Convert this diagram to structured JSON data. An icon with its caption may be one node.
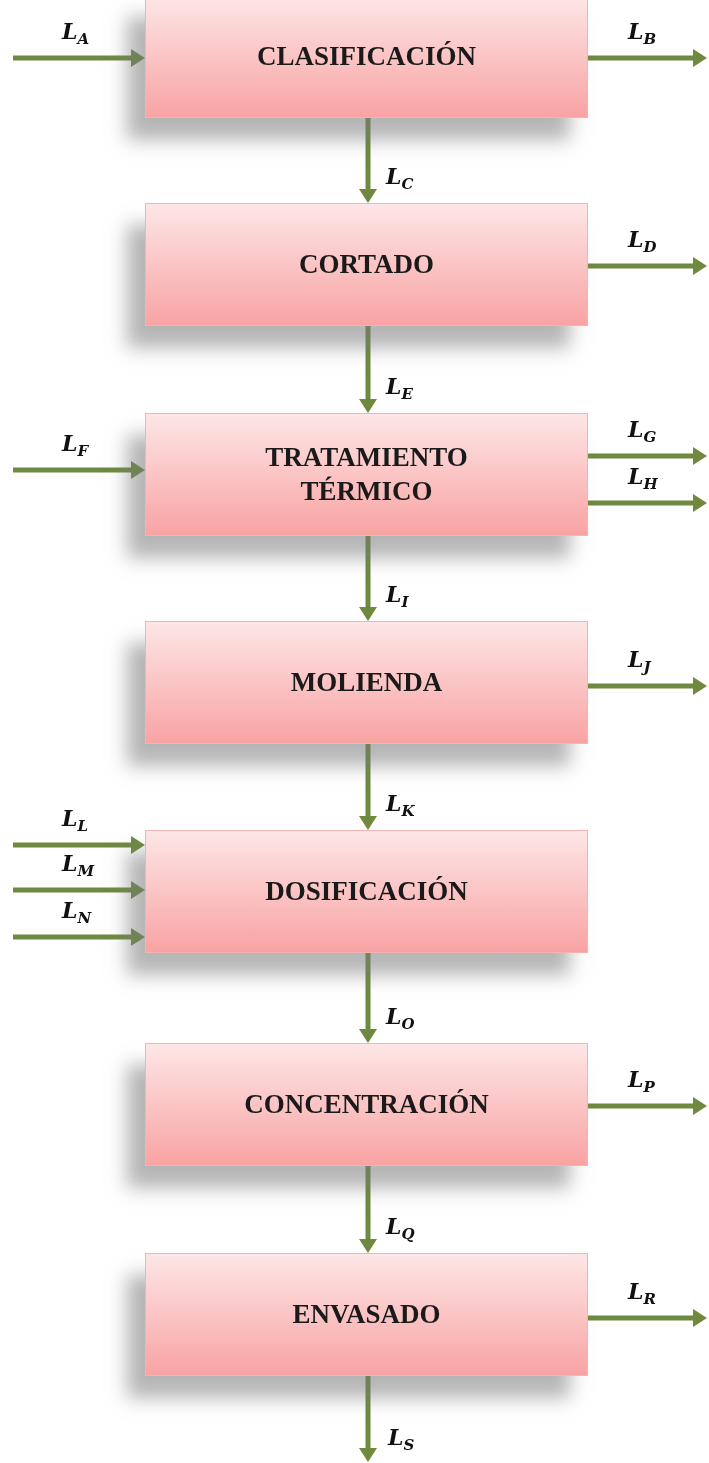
{
  "diagram": {
    "nodes": [
      {
        "text": [
          "CLASIFICACIÓN"
        ]
      },
      {
        "text": [
          "CORTADO"
        ]
      },
      {
        "text": [
          "TRATAMIENTO TÉRMICO"
        ]
      },
      {
        "text": [
          "MOLIENDA"
        ]
      },
      {
        "text": [
          "DOSIFICACIÓN"
        ]
      },
      {
        "text": [
          "CONCENTRACIÓN"
        ]
      },
      {
        "text": [
          "ENVASADO"
        ]
      }
    ],
    "edges": [
      {
        "from": null,
        "to": 0,
        "arrow": "to",
        "label": "L$_{A}$"
      },
      {
        "from": 0,
        "to": null,
        "arrow": "to",
        "label": "L$_{B}$"
      },
      {
        "from": 0,
        "to": 1,
        "arrow": "to",
        "label": "L$_{C}$"
      },
      {
        "from": 1,
        "to": null,
        "arrow": "to",
        "label": "L$_{D}$"
      },
      {
        "from": 1,
        "to": 2,
        "arrow": "to",
        "label": "L$_{E}$"
      },
      {
        "from": null,
        "to": 2,
        "arrow": "to",
        "label": "L$_{F}$"
      },
      {
        "from": 2,
        "to": null,
        "arrow": "to",
        "label": "L$_{G}$"
      },
      {
        "from": 2,
        "to": null,
        "arrow": "to",
        "label": "L$_{H}$"
      },
      {
        "from": 2,
        "to": 3,
        "arrow": "to",
        "label": "L$_{I}$"
      },
      {
        "from": 3,
        "to": null,
        "arrow": "to",
        "label": "L$_{J}$"
      },
      {
        "from": 3,
        "to": 4,
        "arrow": "to",
        "label": "L$_{K}$"
      },
      {
        "from": null,
        "to": 4,
        "arrow": "to",
        "label": "L$_{L}$"
      },
      {
        "from": null,
        "to": 4,
        "arrow": "to",
        "label": "L$_{M}$"
      },
      {
        "from": null,
        "to": 4,
        "arrow": "to",
        "label": "L$_{N}$"
      },
      {
        "from": 4,
        "to": 5,
        "arrow": "to",
        "label": "L$_{O}$"
      },
      {
        "from": 5,
        "to": null,
        "arrow": "to",
        "label": "L$_{P}$"
      },
      {
        "from": 5,
        "to": 6,
        "arrow": "to",
        "label": "L$_{Q}$"
      },
      {
        "from": 6,
        "to": null,
        "arrow": "to",
        "label": "L$_{R}$"
      },
      {
        "from": 6,
        "to": null,
        "arrow": "to",
        "label": "L$_{S}$"
      }
    ]
  }
}
